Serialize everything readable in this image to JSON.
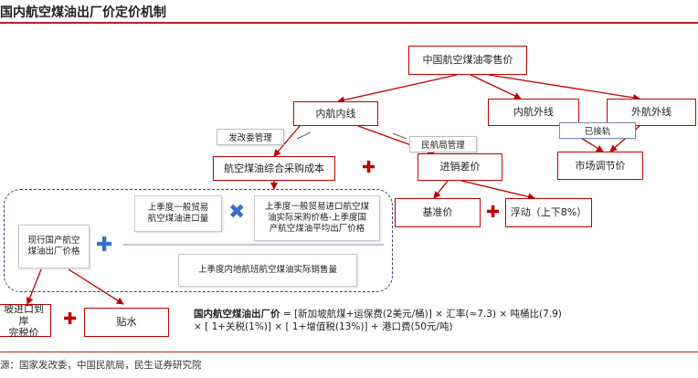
{
  "title": "国内航空煤油出厂价定价机制",
  "nodes": {
    "retail": "中国航空煤油零售价",
    "domestic": "内航内线",
    "domestic_intl": "内航外线",
    "foreign_intl": "外航外线",
    "purchase_cost": "航空煤油综合采购成本",
    "sales_diff": "进销差价",
    "market_price": "市场调节价",
    "base_price": "基准价",
    "float": "浮动（上下8%）",
    "import_price": "坡进口到岸\n完税价",
    "subsidy": "贴水"
  },
  "tags": {
    "ndrc": "发改委管理",
    "caac": "民航局管理",
    "linked": "已接轨"
  },
  "inner": {
    "domestic_factory": "现行国产航空\n煤油出厂价格",
    "last_q_import": "上季度一般贸易\n航空煤油进口量",
    "last_q_price": "上季度一般贸易进口航空煤\n油实际采购价格-上季度国\n产航空煤油平均出厂价格",
    "last_q_sales": "上季度内地航班航空煤油实际销售量"
  },
  "formula": {
    "label": "国内航空煤油出厂价",
    "line1": " = [新加坡航煤+运保费(2美元/桶)] × 汇率(≈7.3) × 吨桶比(7.9)",
    "line2": "× [ 1+关税(1%)] × [ 1+增值税(13%)] + 港口费(50元/吨)"
  },
  "source": "源：国家发改委，中国民航局，民生证券研究院",
  "colors": {
    "accent": "#c00000",
    "blue": "#3a6fc4",
    "dashed": "#2f3f7a"
  },
  "icons": {
    "red_plus": "plus-icon",
    "blue_plus": "plus-icon",
    "blue_times": "times-icon"
  }
}
